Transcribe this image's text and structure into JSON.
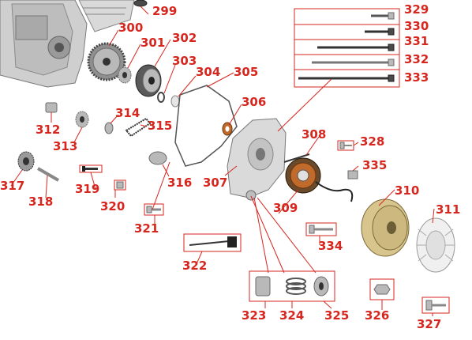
{
  "labels": {
    "p299": "299",
    "p300": "300",
    "p301": "301",
    "p302": "302",
    "p303": "303",
    "p304": "304",
    "p305": "305",
    "p306": "306",
    "p307": "307",
    "p308": "308",
    "p309": "309",
    "p310": "310",
    "p311": "311",
    "p312": "312",
    "p313": "313",
    "p314": "314",
    "p315": "315",
    "p316": "316",
    "p317": "317",
    "p318": "318",
    "p319": "319",
    "p320": "320",
    "p321": "321",
    "p322": "322",
    "p323": "323",
    "p324": "324",
    "p325": "325",
    "p326": "326",
    "p327": "327",
    "p328": "328",
    "p329": "329",
    "p330": "330",
    "p331": "331",
    "p332": "332",
    "p333": "333",
    "p334": "334",
    "p335": "335"
  },
  "colors": {
    "label": "#d7261e",
    "leader": "#d7261e"
  }
}
